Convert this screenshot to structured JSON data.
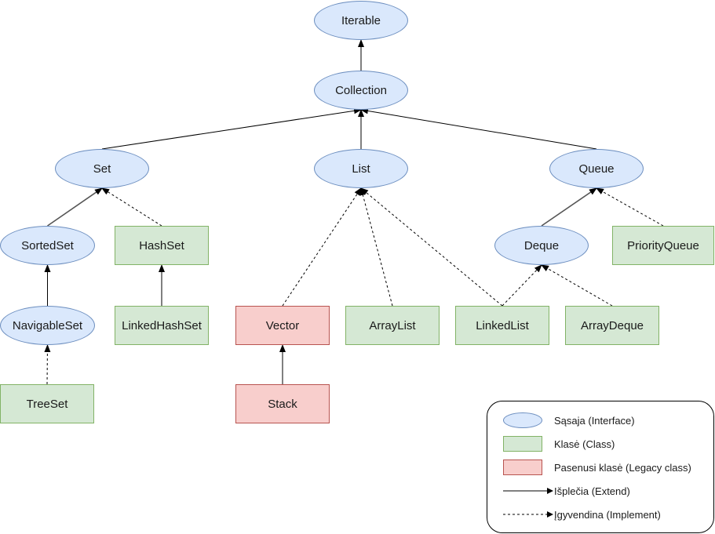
{
  "nodes": {
    "iterable": "Iterable",
    "collection": "Collection",
    "set": "Set",
    "list": "List",
    "queue": "Queue",
    "sortedset": "SortedSet",
    "hashset": "HashSet",
    "deque": "Deque",
    "priorityqueue": "PriorityQueue",
    "navigableset": "NavigableSet",
    "linkedhashset": "LinkedHashSet",
    "vector": "Vector",
    "arraylist": "ArrayList",
    "linkedlist": "LinkedList",
    "arraydeque": "ArrayDeque",
    "treeset": "TreeSet",
    "stack": "Stack"
  },
  "legend": {
    "interface": "Sąsaja (Interface)",
    "class": "Klasė (Class)",
    "legacy": "Pasenusi klasė (Legacy class)",
    "extend": "Išplečia (Extend)",
    "implement": "Įgyvendina (Implement)"
  },
  "colors": {
    "interface_fill": "#dae8fc",
    "interface_stroke": "#6c8ebf",
    "class_fill": "#d5e8d4",
    "class_stroke": "#82b366",
    "legacy_fill": "#f8cecc",
    "legacy_stroke": "#b85450",
    "edge": "#000000"
  },
  "edges": [
    {
      "from": "collection",
      "to": "iterable",
      "kind": "extend"
    },
    {
      "from": "set",
      "to": "collection",
      "kind": "extend"
    },
    {
      "from": "list",
      "to": "collection",
      "kind": "extend"
    },
    {
      "from": "queue",
      "to": "collection",
      "kind": "extend"
    },
    {
      "from": "sortedset",
      "to": "set",
      "kind": "extend"
    },
    {
      "from": "hashset",
      "to": "set",
      "kind": "implement"
    },
    {
      "from": "navigableset",
      "to": "sortedset",
      "kind": "extend"
    },
    {
      "from": "linkedhashset",
      "to": "hashset",
      "kind": "extend"
    },
    {
      "from": "treeset",
      "to": "navigableset",
      "kind": "implement"
    },
    {
      "from": "vector",
      "to": "list",
      "kind": "implement"
    },
    {
      "from": "arraylist",
      "to": "list",
      "kind": "implement"
    },
    {
      "from": "linkedlist",
      "to": "list",
      "kind": "implement"
    },
    {
      "from": "stack",
      "to": "vector",
      "kind": "extend"
    },
    {
      "from": "deque",
      "to": "queue",
      "kind": "extend"
    },
    {
      "from": "priorityqueue",
      "to": "queue",
      "kind": "implement"
    },
    {
      "from": "linkedlist",
      "to": "deque",
      "kind": "implement"
    },
    {
      "from": "arraydeque",
      "to": "deque",
      "kind": "implement"
    }
  ]
}
